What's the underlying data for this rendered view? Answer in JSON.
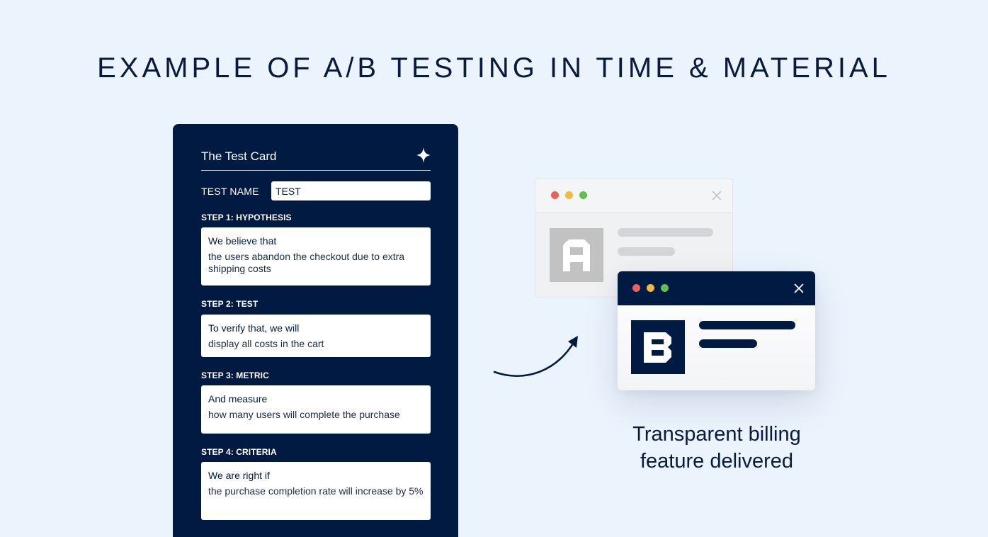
{
  "page": {
    "title": "EXAMPLE OF A/B TESTING IN TIME & MATERIAL"
  },
  "test_card": {
    "title": "The Test Card",
    "icon": "sparkle-icon",
    "test_name_label": "TEST NAME",
    "test_name_value": "TEST",
    "steps": [
      {
        "label": "STEP 1: HYPOTHESIS",
        "head": "We believe that",
        "body": "the users abandon the checkout due to extra shipping costs"
      },
      {
        "label": "STEP 2: TEST",
        "head": "To verify that, we will",
        "body": "display all costs in the cart"
      },
      {
        "label": "STEP 3: METRIC",
        "head": "And measure",
        "body": "how many users will complete the purchase"
      },
      {
        "label": "STEP 4: CRITERIA",
        "head": "We are right if",
        "body": "the purchase completion rate will increase by 5%"
      }
    ]
  },
  "window_a": {
    "logo_letter": "A",
    "dots": [
      "red",
      "yellow",
      "green"
    ],
    "close_icon": "close-icon"
  },
  "window_b": {
    "logo_letter": "B",
    "dots": [
      "red",
      "yellow",
      "green"
    ],
    "close_icon": "close-icon"
  },
  "caption": {
    "line1": "Transparent billing",
    "line2": "feature delivered"
  },
  "colors": {
    "navy": "#001a42",
    "background": "#ebf3fd",
    "dot_red": "#e9625a",
    "dot_yellow": "#f2bb3b",
    "dot_green": "#5ec04f",
    "placeholder_gray": "#c2c2c2"
  }
}
